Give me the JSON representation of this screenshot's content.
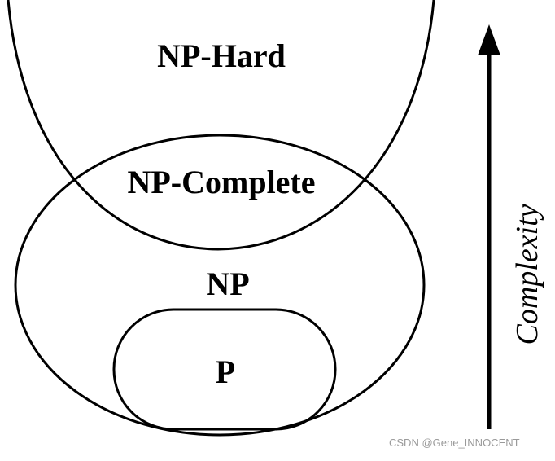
{
  "diagram": {
    "regions": {
      "np_hard": "NP-Hard",
      "np_complete": "NP-Complete",
      "np": "NP",
      "p": "P"
    },
    "axis": {
      "label": "Complexity"
    },
    "colors": {
      "stroke": "#000000",
      "background": "#ffffff",
      "watermark": "#9a9a9a"
    }
  },
  "watermark": "CSDN @Gene_INNOCENT"
}
